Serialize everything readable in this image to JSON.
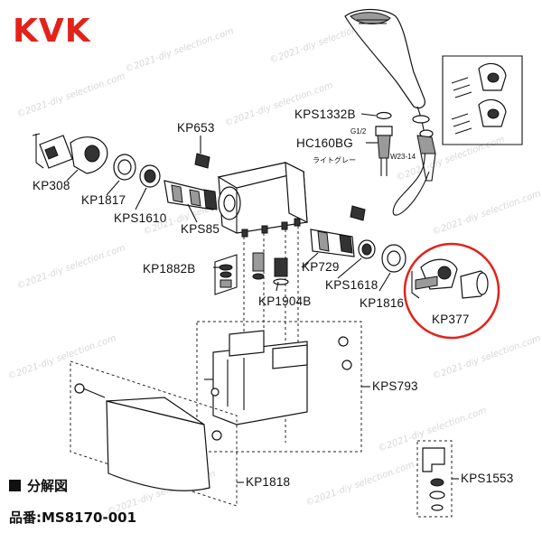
{
  "brand": {
    "logo": "KVK",
    "color": "#e2231a"
  },
  "watermark": "©2021-diy selection.com",
  "legend": {
    "section": "分解図",
    "model": "品番:MS8170-001"
  },
  "labels": {
    "kp308": "KP308",
    "kp1817": "KP1817",
    "kps1610": "KPS1610",
    "kps85": "KPS85",
    "kp653": "KP653",
    "kps1332b": "KPS1332B",
    "g12": "G1/2",
    "hc160bg": "HC160BG",
    "light_gray": "ライトグレー",
    "w2314": "W23-14",
    "kp1882b": "KP1882B",
    "kp729": "KP729",
    "kps1618": "KPS1618",
    "kp1816": "KP1816",
    "kp1904b": "KP1904B",
    "kp377": "KP377",
    "kps793": "KPS793",
    "kp1818": "KP1818",
    "kps1553": "KPS1553"
  },
  "highlight": {
    "part": "KP377",
    "color": "#e2231a"
  }
}
